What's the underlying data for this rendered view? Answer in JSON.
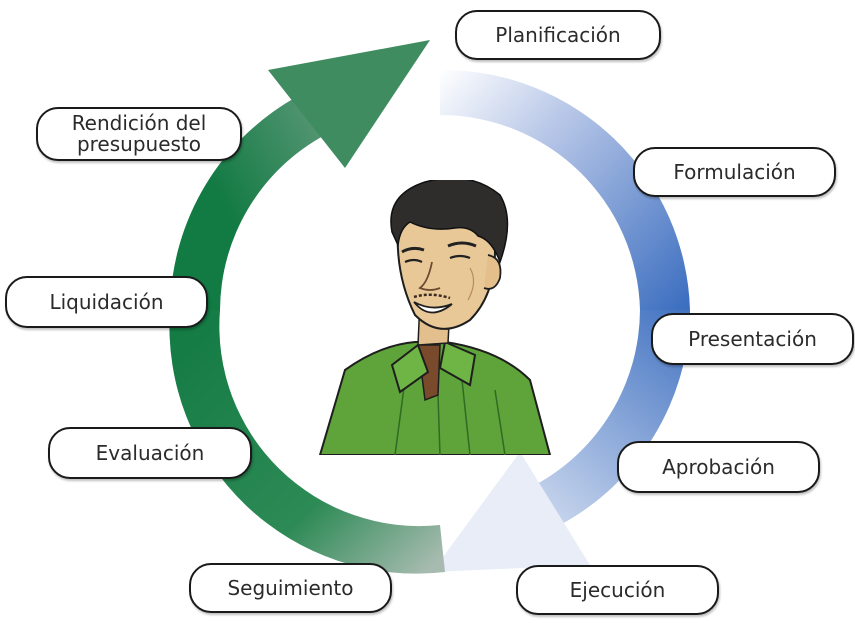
{
  "diagram": {
    "type": "cycle",
    "stages": [
      "Planificación",
      "Formulación",
      "Presentación",
      "Aprobación",
      "Ejecución",
      "Seguimiento",
      "Evaluación",
      "Liquidación",
      "Rendición del\npresupuesto"
    ],
    "colors": {
      "arrow_blue": "#3d6fc0",
      "arrow_blue_light": "#dfe6f5",
      "arrow_green": "#127a43",
      "arrow_green_light": "#8fae9d",
      "label_border": "#1a1a1a",
      "shirt": "#5ea43a",
      "skin": "#e9c898",
      "hair": "#2f2c2c"
    },
    "center_image": "smiling-man-illustration"
  }
}
